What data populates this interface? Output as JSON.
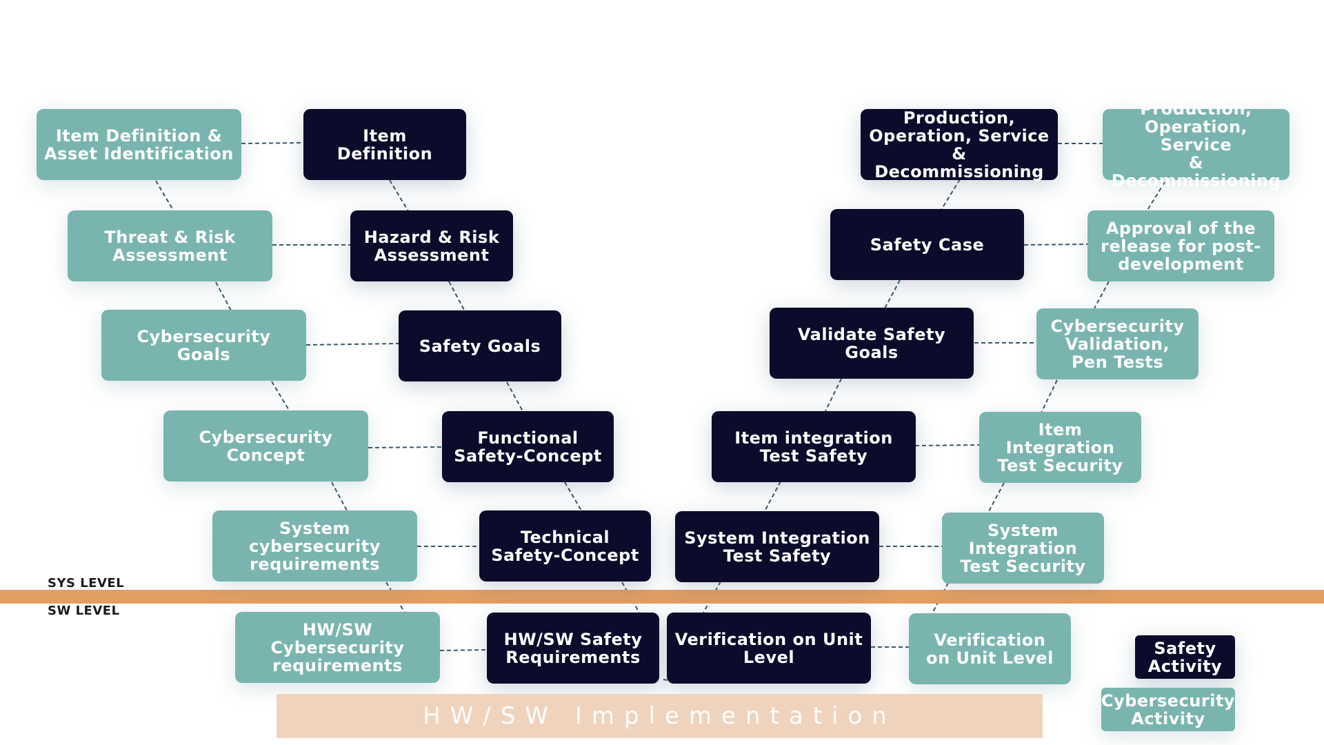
{
  "levels": {
    "sys": "SYS LEVEL",
    "sw": "SW LEVEL"
  },
  "safety": {
    "item_definition": "Item\nDefinition",
    "hazard_risk": "Hazard & Risk\nAssessment",
    "safety_goals": "Safety Goals",
    "functional_concept": "Functional\nSafety-Concept",
    "technical_concept": "Technical\nSafety-Concept",
    "hw_sw_requirements": "HW/SW Safety\nRequirements",
    "verification_unit": "Verification on Unit\nLevel",
    "system_integration": "System Integration\nTest Safety",
    "item_integration": "Item integration\nTest Safety",
    "validate_goals": "Validate Safety\nGoals",
    "safety_case": "Safety Case",
    "production": "Production,\nOperation, Service\n& Decommissioning"
  },
  "cyber": {
    "item_definition": "Item Definition &\nAsset Identification",
    "threat_risk": "Threat & Risk\nAssessment",
    "goals": "Cybersecurity\nGoals",
    "concept": "Cybersecurity\nConcept",
    "system_requirements": "System\ncybersecurity\nrequirements",
    "hw_sw_requirements": "HW/SW\nCybersecurity\nrequirements",
    "verification_unit": "Verification\non Unit Level",
    "system_integration": "System\nIntegration\nTest Security",
    "item_integration": "Item\nIntegration\nTest Security",
    "validation": "Cybersecurity\nValidation,\nPen Tests",
    "approval": "Approval of the\nrelease for post-\ndevelopment",
    "production": "Production,\nOperation, Service\n& Decommissioning"
  },
  "implementation": "HW/SW Implementation",
  "legend": {
    "safety": "Safety\nActivity",
    "cyber": "Cybersecurity\nActivity"
  },
  "colors": {
    "safety": "#0b0b2b",
    "cyber": "#79b5ae",
    "level_bar": "#e39f62",
    "implementation": "#f0d3bd",
    "connector": "#3a5566"
  }
}
